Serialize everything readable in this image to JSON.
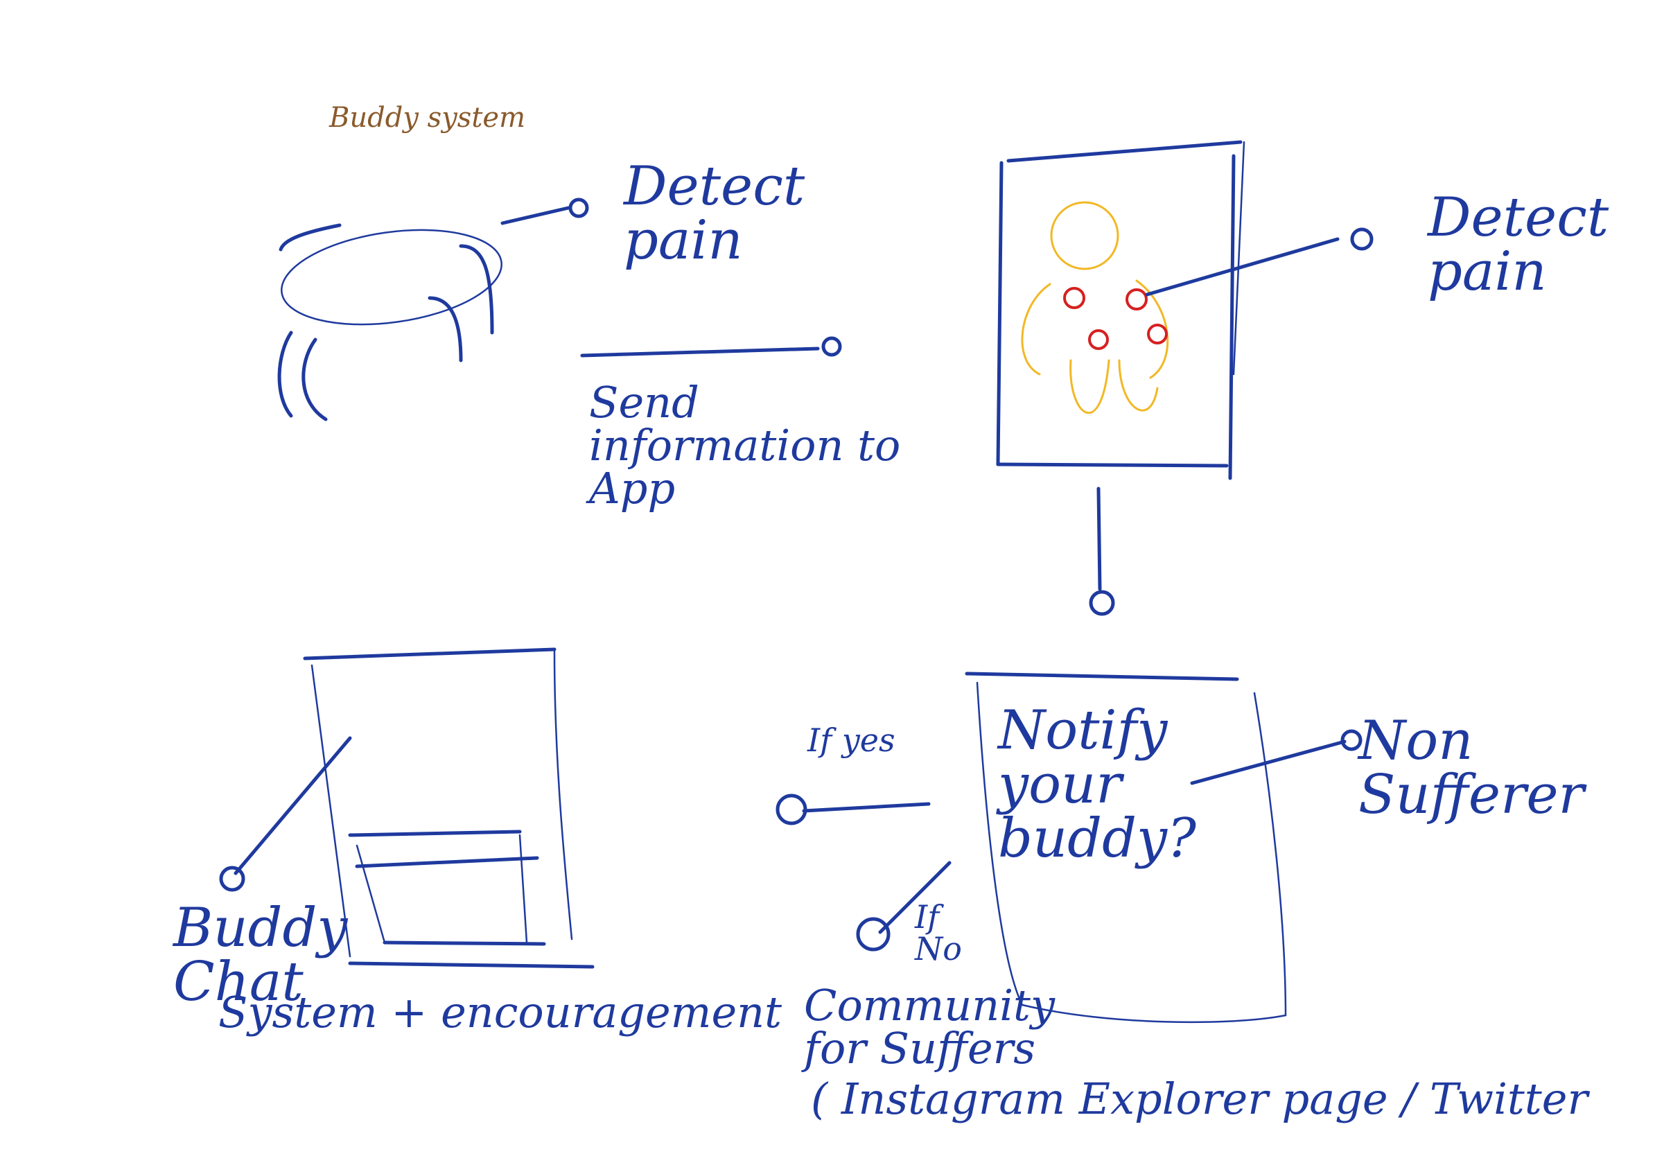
{
  "title": "Buddy system",
  "nodes": {
    "wearable": {
      "detect": "Detect pain",
      "send": "Send information to App"
    },
    "body_map": {
      "detect": "Detect pain"
    },
    "notify": {
      "prompt": "Notify your buddy?",
      "non_sufferer": "Non Sufferer",
      "if_yes": "If yes",
      "if_no": "If No"
    },
    "community": {
      "label": "Community for Suffers",
      "detail": "( Instagram Explorer page / Twitter"
    },
    "buddy_chat": {
      "label": "Buddy Chat",
      "detail": "System + encouragement"
    }
  },
  "colors": {
    "ink": "#1f3a9e",
    "title": "#8a5a2b",
    "body_outline": "#f2b824",
    "pain_marker": "#d62020"
  }
}
